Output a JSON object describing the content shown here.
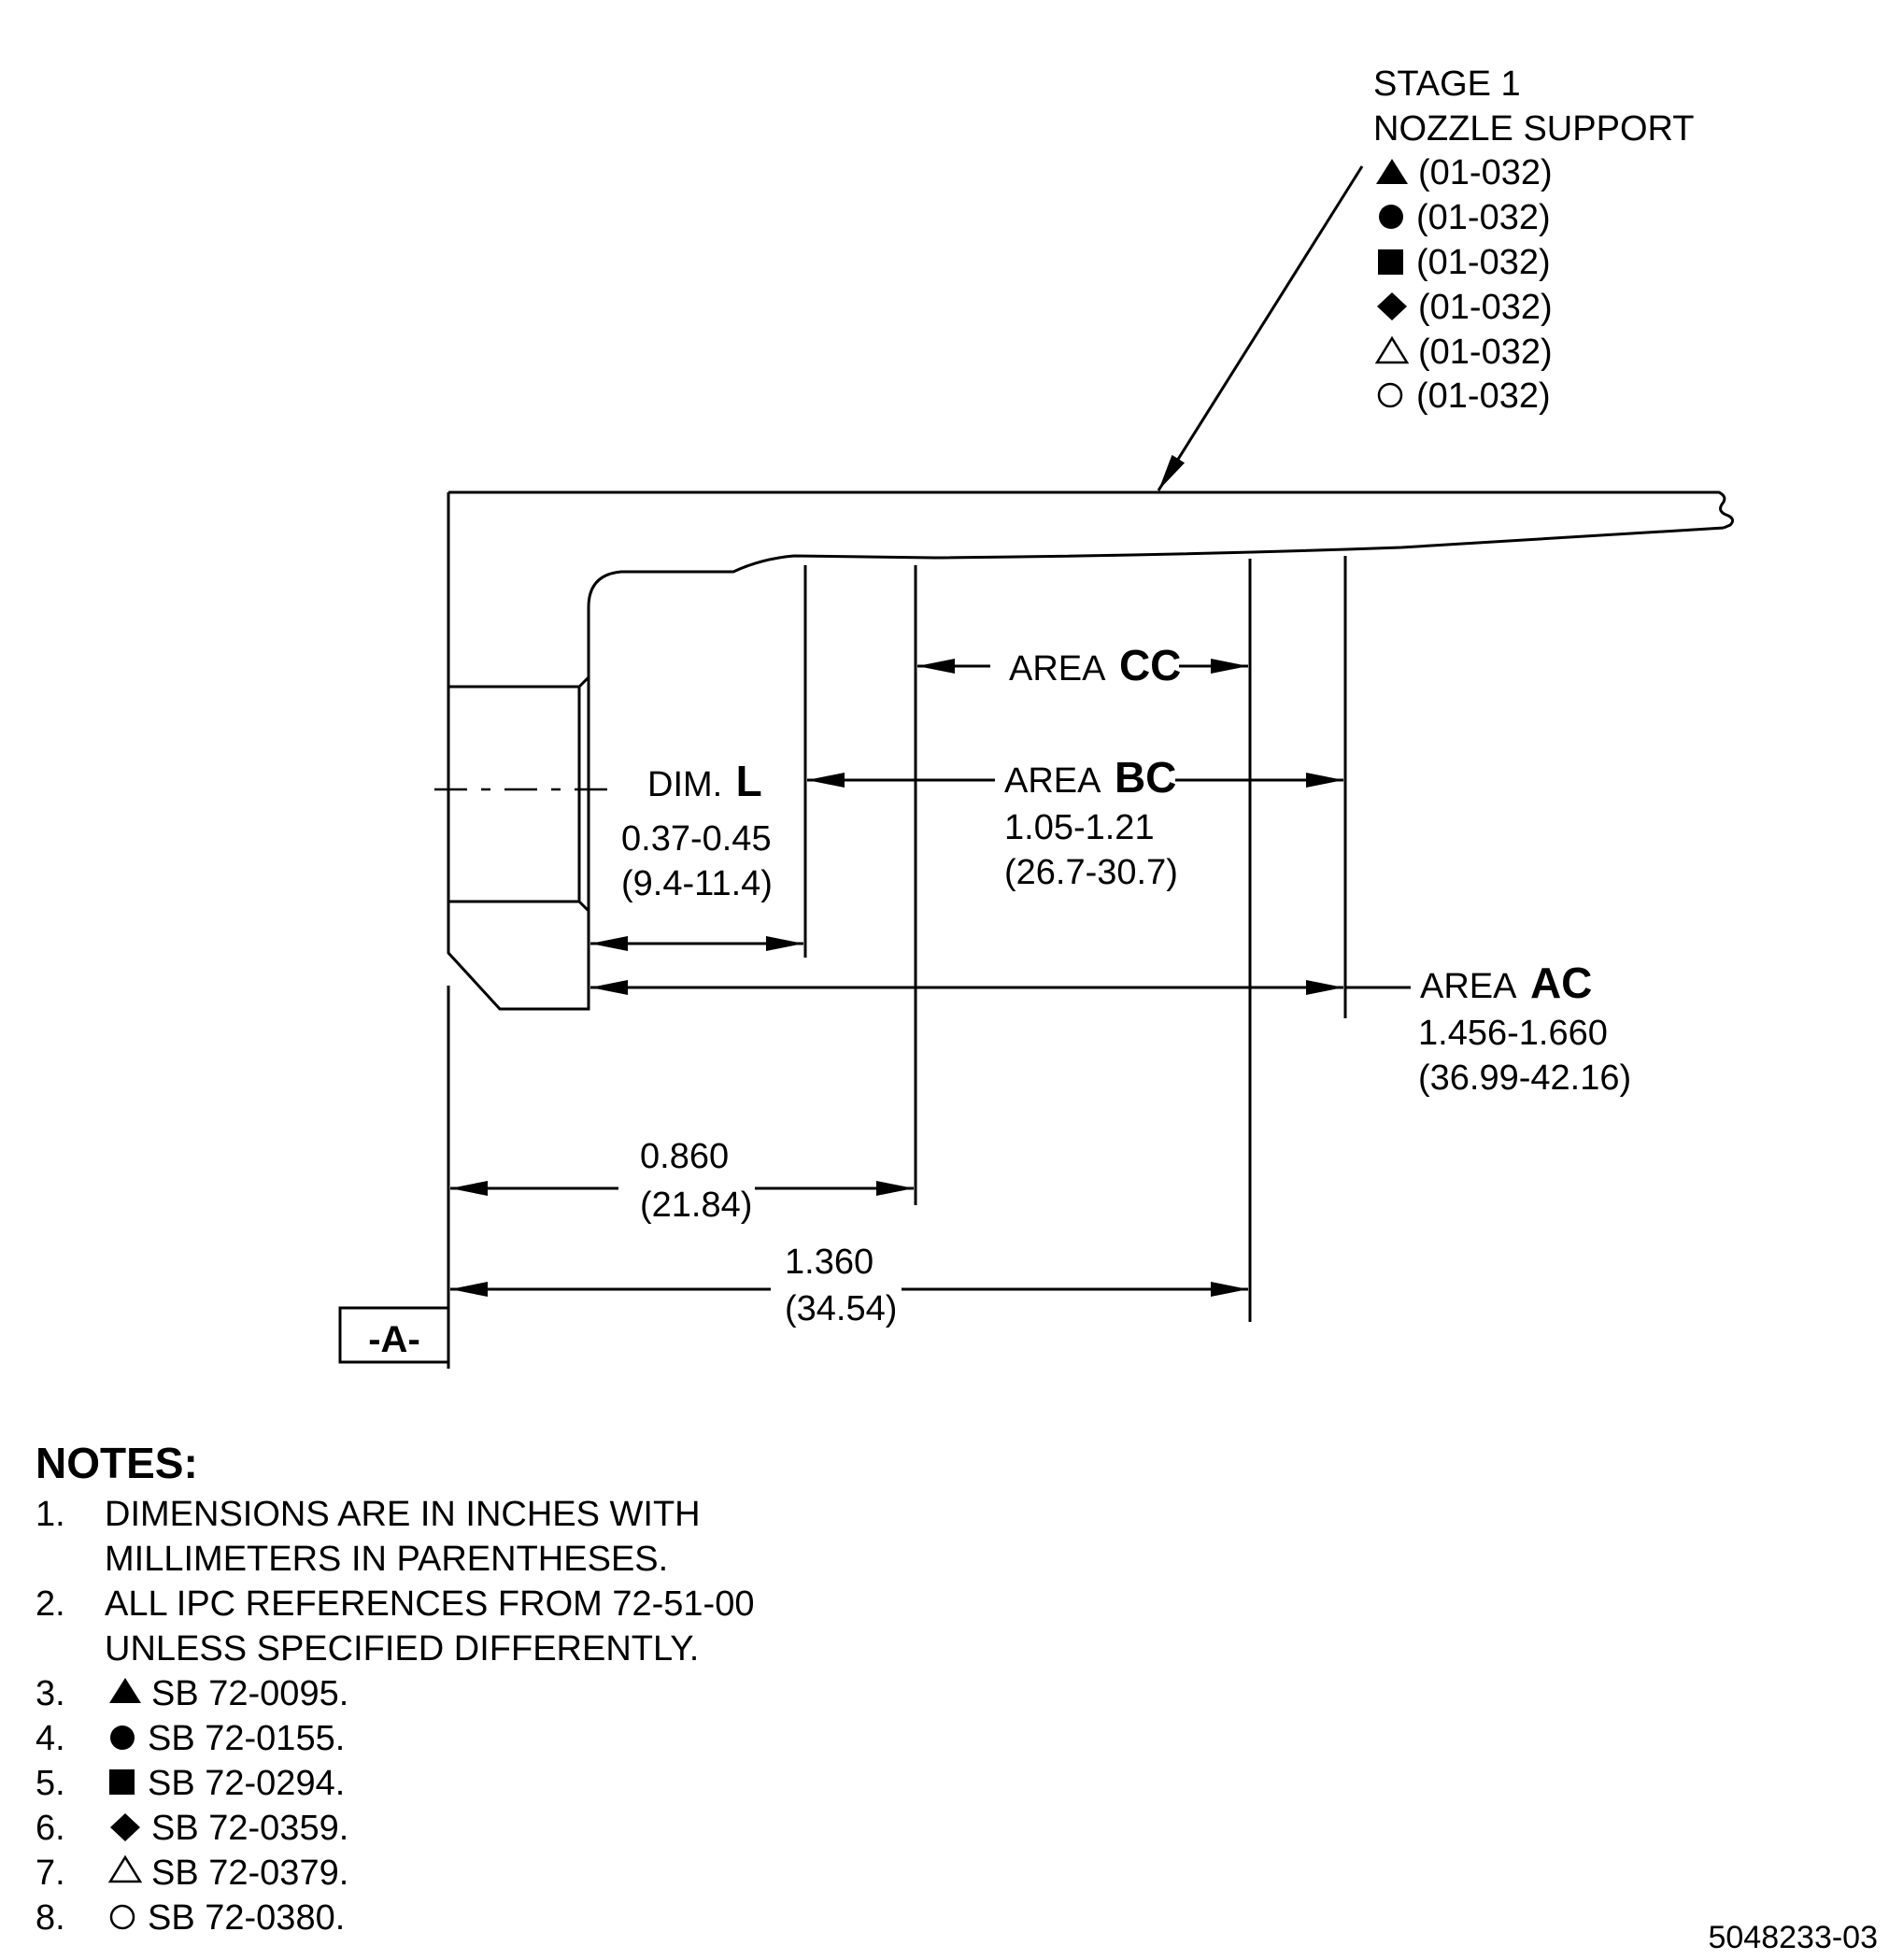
{
  "callout": {
    "line1": "STAGE 1",
    "line2": "NOZZLE SUPPORT",
    "items": [
      {
        "icon": "filled-triangle-icon",
        "ref": "(01-032)"
      },
      {
        "icon": "filled-circle-icon",
        "ref": "(01-032)"
      },
      {
        "icon": "filled-square-icon",
        "ref": "(01-032)"
      },
      {
        "icon": "filled-diamond-icon",
        "ref": "(01-032)"
      },
      {
        "icon": "open-triangle-icon",
        "ref": "(01-032)"
      },
      {
        "icon": "open-circle-icon",
        "ref": "(01-032)"
      }
    ]
  },
  "dimensions": {
    "area_cc": {
      "prefix": "AREA",
      "code": "CC"
    },
    "area_bc": {
      "prefix": "AREA",
      "code": "BC",
      "inch": "1.05-1.21",
      "mm": "(26.7-30.7)"
    },
    "area_ac": {
      "prefix": "AREA",
      "code": "AC",
      "inch": "1.456-1.660",
      "mm": "(36.99-42.16)"
    },
    "dim_l": {
      "prefix": "DIM.",
      "code": "L",
      "inch": "0.37-0.45",
      "mm": "(9.4-11.4)"
    },
    "dim_0860": {
      "inch": "0.860",
      "mm": "(21.84)"
    },
    "dim_1360": {
      "inch": "1.360",
      "mm": "(34.54)"
    }
  },
  "datum": "-A-",
  "notes": {
    "title": "NOTES:",
    "items": [
      {
        "num": "1.",
        "icon": "",
        "lines": [
          "DIMENSIONS ARE IN INCHES WITH",
          "MILLIMETERS IN PARENTHESES."
        ]
      },
      {
        "num": "2.",
        "icon": "",
        "lines": [
          "ALL IPC REFERENCES FROM 72-51-00",
          "UNLESS SPECIFIED DIFFERENTLY."
        ]
      },
      {
        "num": "3.",
        "icon": "filled-triangle-icon",
        "lines": [
          "SB 72-0095."
        ]
      },
      {
        "num": "4.",
        "icon": "filled-circle-icon",
        "lines": [
          "SB 72-0155."
        ]
      },
      {
        "num": "5.",
        "icon": "filled-square-icon",
        "lines": [
          "SB 72-0294."
        ]
      },
      {
        "num": "6.",
        "icon": "filled-diamond-icon",
        "lines": [
          "SB 72-0359."
        ]
      },
      {
        "num": "7.",
        "icon": "open-triangle-icon",
        "lines": [
          "SB 72-0379."
        ]
      },
      {
        "num": "8.",
        "icon": "open-circle-icon",
        "lines": [
          "SB 72-0380."
        ]
      }
    ]
  },
  "figure_id": "5048233-03"
}
